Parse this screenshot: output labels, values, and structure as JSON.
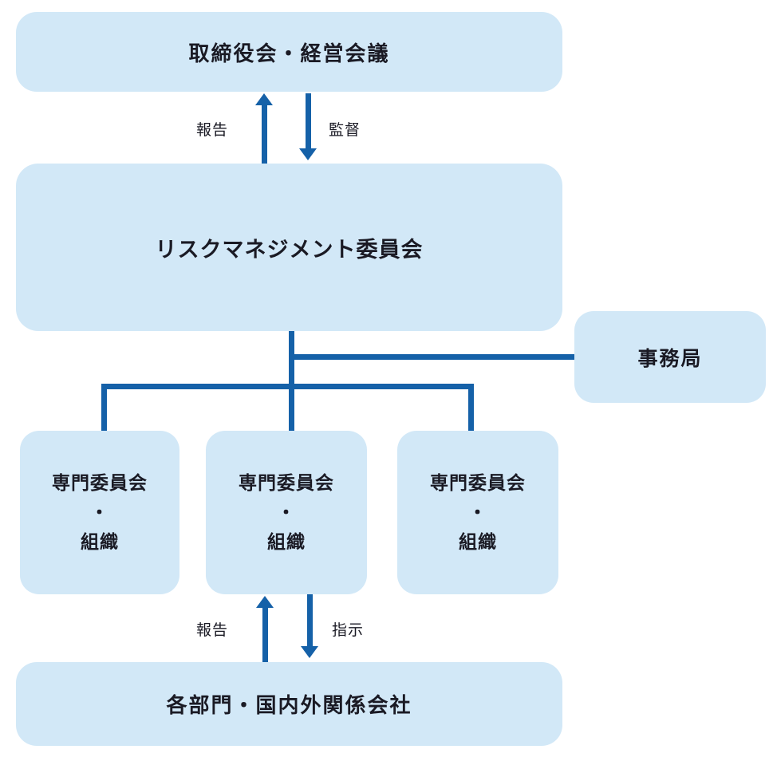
{
  "colors": {
    "box_fill": "#d2e8f7",
    "line": "#1561a8",
    "text": "#1a1a24"
  },
  "diagram": {
    "board": {
      "label": "取締役会・経営会議"
    },
    "committee": {
      "label": "リスクマネジメント委員会"
    },
    "secretariat": {
      "label": "事務局"
    },
    "sub_boxes": [
      {
        "label": "専門委員会\n・\n組織"
      },
      {
        "label": "専門委員会\n・\n組織"
      },
      {
        "label": "専門委員会\n・\n組織"
      }
    ],
    "departments": {
      "label": "各部門・国内外関係会社"
    },
    "top_flow": {
      "up_label": "報告",
      "down_label": "監督"
    },
    "bottom_flow": {
      "up_label": "報告",
      "down_label": "指示"
    }
  }
}
